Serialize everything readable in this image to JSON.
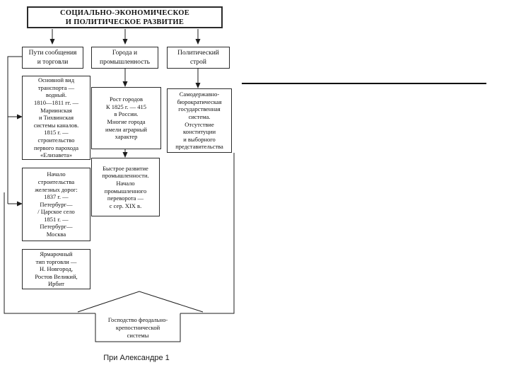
{
  "diagram": {
    "title": "СОЦИАЛЬНО-ЭКОНОМИЧЕСКОЕ\nИ ПОЛИТИЧЕСКОЕ РАЗВИТИЕ",
    "columns": [
      {
        "header": "Пути сообщения\nи торговли",
        "boxes": [
          "Основной вид\nтранспорта —\nводный.\n1810—1811 гг. —\nМариинская\nи Тихвинская\nсистемы каналов.\n1815 г. —\nстроительство\nпервого парохода\n«Елизавета»",
          "Начало\nстроительства\nжелезных дорог:\n1837 г. —\nПетербург—\n/ Царское село\n1851 г. —\nПетербург—\nМосква",
          "Ярмарочный\nтип торговли —\nН. Новгород,\nРостов Великий,\nИрбит"
        ]
      },
      {
        "header": "Города и\nпромышленность",
        "boxes": [
          "Рост городов\nК 1825 г. — 415\nв России.\nМногие города\nимели аграрный\nхарактер",
          "Быстрое развитие\nпромышленности.\nНачало\nпромышленного\nпереворота —\nс сер. XIX в."
        ]
      },
      {
        "header": "Политический\nстрой",
        "boxes": [
          "Самодержавно-\nбюрократическая\nгосударственная\nсистема.\nОтсутствие\nконституции\nи выборного\nпредставительства"
        ]
      }
    ],
    "bottom_arrow_text": "Господство феодально-\nкрепостнической\nсистемы",
    "caption": "При Александре 1",
    "colors": {
      "line": "#1c1c1c",
      "text": "#111111",
      "background": "#ffffff"
    }
  }
}
